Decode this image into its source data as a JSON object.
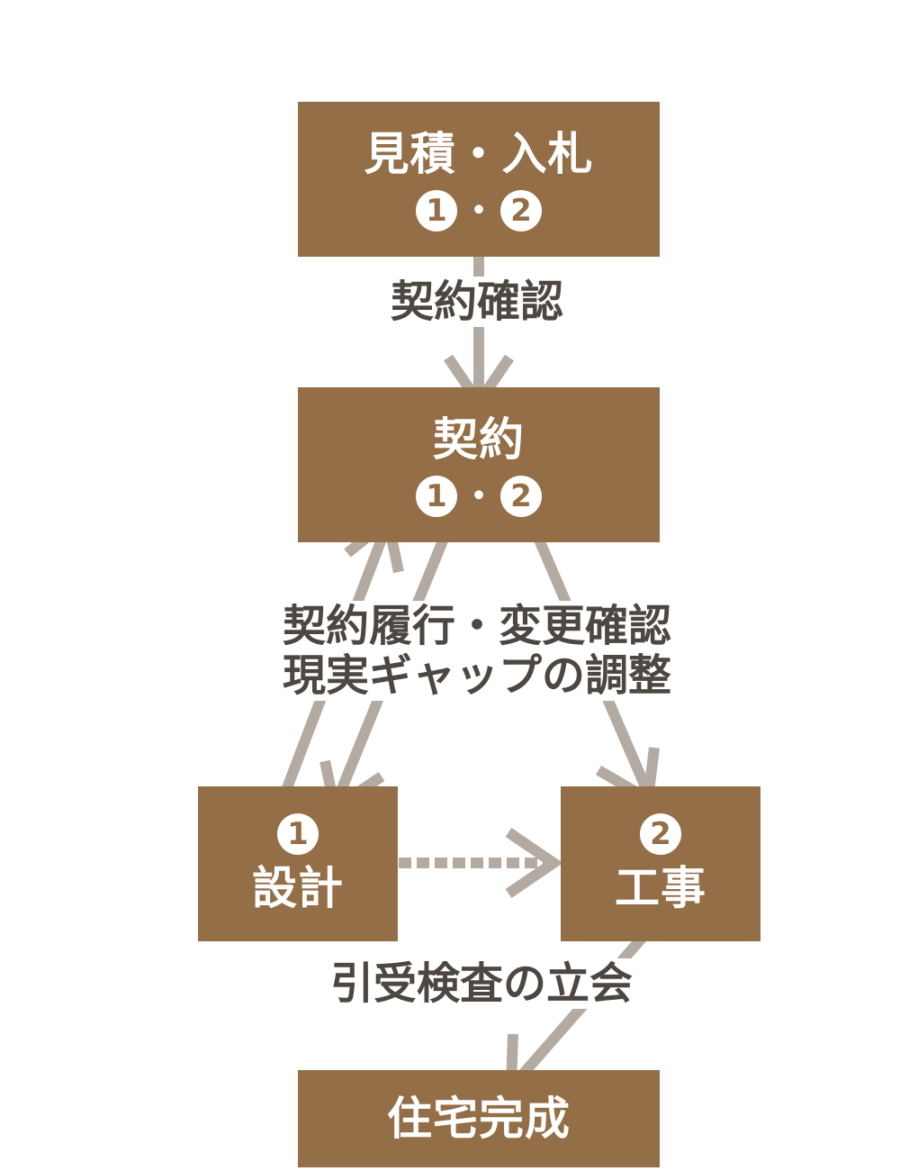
{
  "nodes": {
    "estimate": {
      "title": "見積・入札",
      "num1": "1",
      "sep": "・",
      "num2": "2"
    },
    "contract": {
      "title": "契約",
      "num1": "1",
      "sep": "・",
      "num2": "2"
    },
    "design": {
      "num": "1",
      "title": "設計"
    },
    "construction": {
      "num": "2",
      "title": "工事"
    },
    "complete": {
      "title": "住宅完成"
    }
  },
  "labels": {
    "contract_confirm": "契約確認",
    "execution_line1": "契約履行・変更確認",
    "execution_line2": "現実ギャップの調整",
    "inspection": "引受検査の立会"
  },
  "colors": {
    "box": "#936e47",
    "arrow": "#b3aba2",
    "label_text": "#4d4741",
    "box_text": "#ffffff"
  }
}
